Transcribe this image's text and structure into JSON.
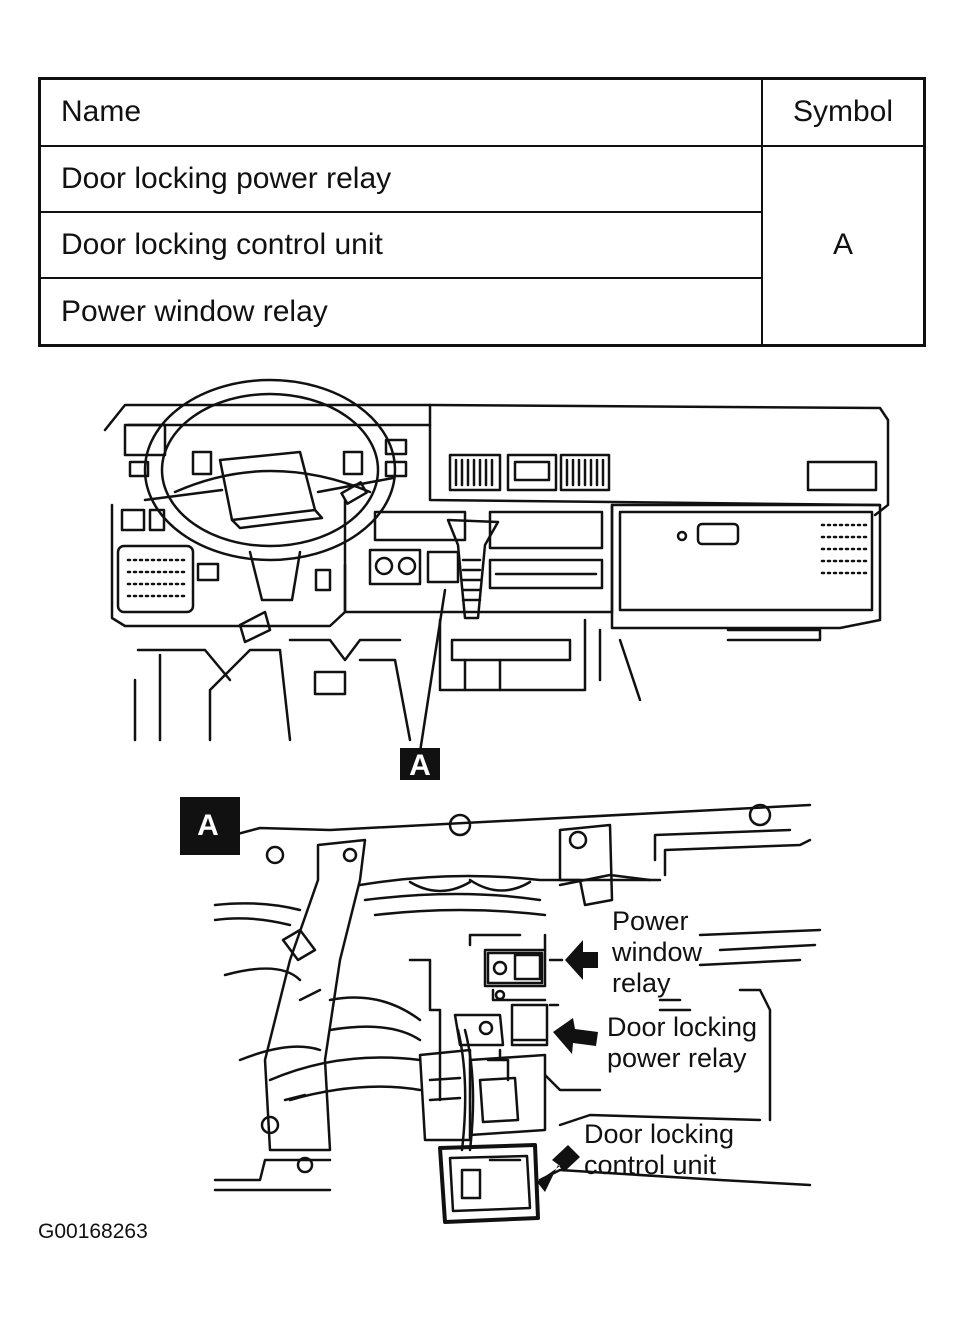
{
  "table": {
    "header_name": "Name",
    "header_symbol": "Symbol",
    "rows": [
      {
        "name": "Door locking power relay"
      },
      {
        "name": "Door locking control unit"
      },
      {
        "name": "Power window relay"
      }
    ],
    "symbol_value": "A"
  },
  "dashboard": {
    "callout_letter": "A"
  },
  "detail": {
    "badge_letter": "A",
    "labels": {
      "power_window_relay": [
        "Power",
        "window",
        "relay"
      ],
      "door_locking_power_relay": [
        "Door locking",
        "power relay"
      ],
      "door_locking_control_unit": [
        "Door locking",
        "control unit"
      ]
    }
  },
  "figure_code": "G00168263"
}
